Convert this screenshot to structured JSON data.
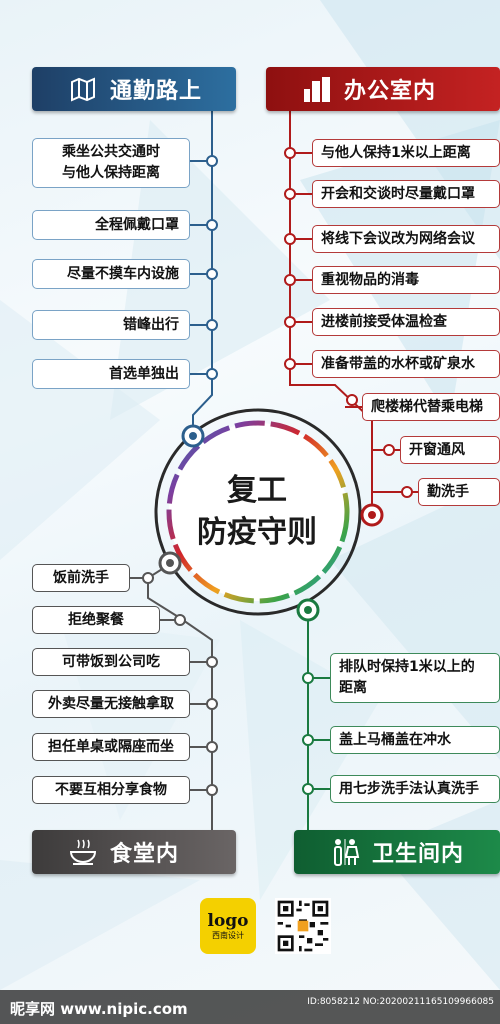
{
  "sections": {
    "commute": {
      "title": "通勤路上",
      "icon": "map-icon",
      "color": "#1e3f66",
      "items": [
        "乘坐公共交通时\n与他人保持距离",
        "全程佩戴口罩",
        "尽量不摸车内设施",
        "错峰出行",
        "首选单独出"
      ]
    },
    "office": {
      "title": "办公室内",
      "icon": "building-icon",
      "color": "#b01b1b",
      "items": [
        "与他人保持1米以上距离",
        "开会和交谈时尽量戴口罩",
        "将线下会议改为网络会议",
        "重视物品的消毒",
        "进楼前接受体温检查",
        "准备带盖的水杯或矿泉水",
        "爬楼梯代替乘电梯",
        "开窗通风",
        "勤洗手"
      ]
    },
    "canteen": {
      "title": "食堂内",
      "icon": "bowl-icon",
      "color": "#4a4747",
      "items": [
        "饭前洗手",
        "拒绝聚餐",
        "可带饭到公司吃",
        "外卖尽量无接触拿取",
        "担任单桌或隔座而坐",
        "不要互相分享食物"
      ]
    },
    "toilet": {
      "title": "卫生间内",
      "icon": "restroom-icon",
      "color": "#1a7a40",
      "items": [
        "排队时保持1米以上的\n距离",
        "盖上马桶盖在冲水",
        "用七步洗手法认真洗手"
      ]
    }
  },
  "center": {
    "line1": "复工",
    "line2": "防疫守则"
  },
  "logo": {
    "main": "logo",
    "sub": "西南设计"
  },
  "footer": {
    "watermark": "昵享网 www.nipic.com",
    "id_line": "ID:8058212 NO:20200211165109966085"
  }
}
